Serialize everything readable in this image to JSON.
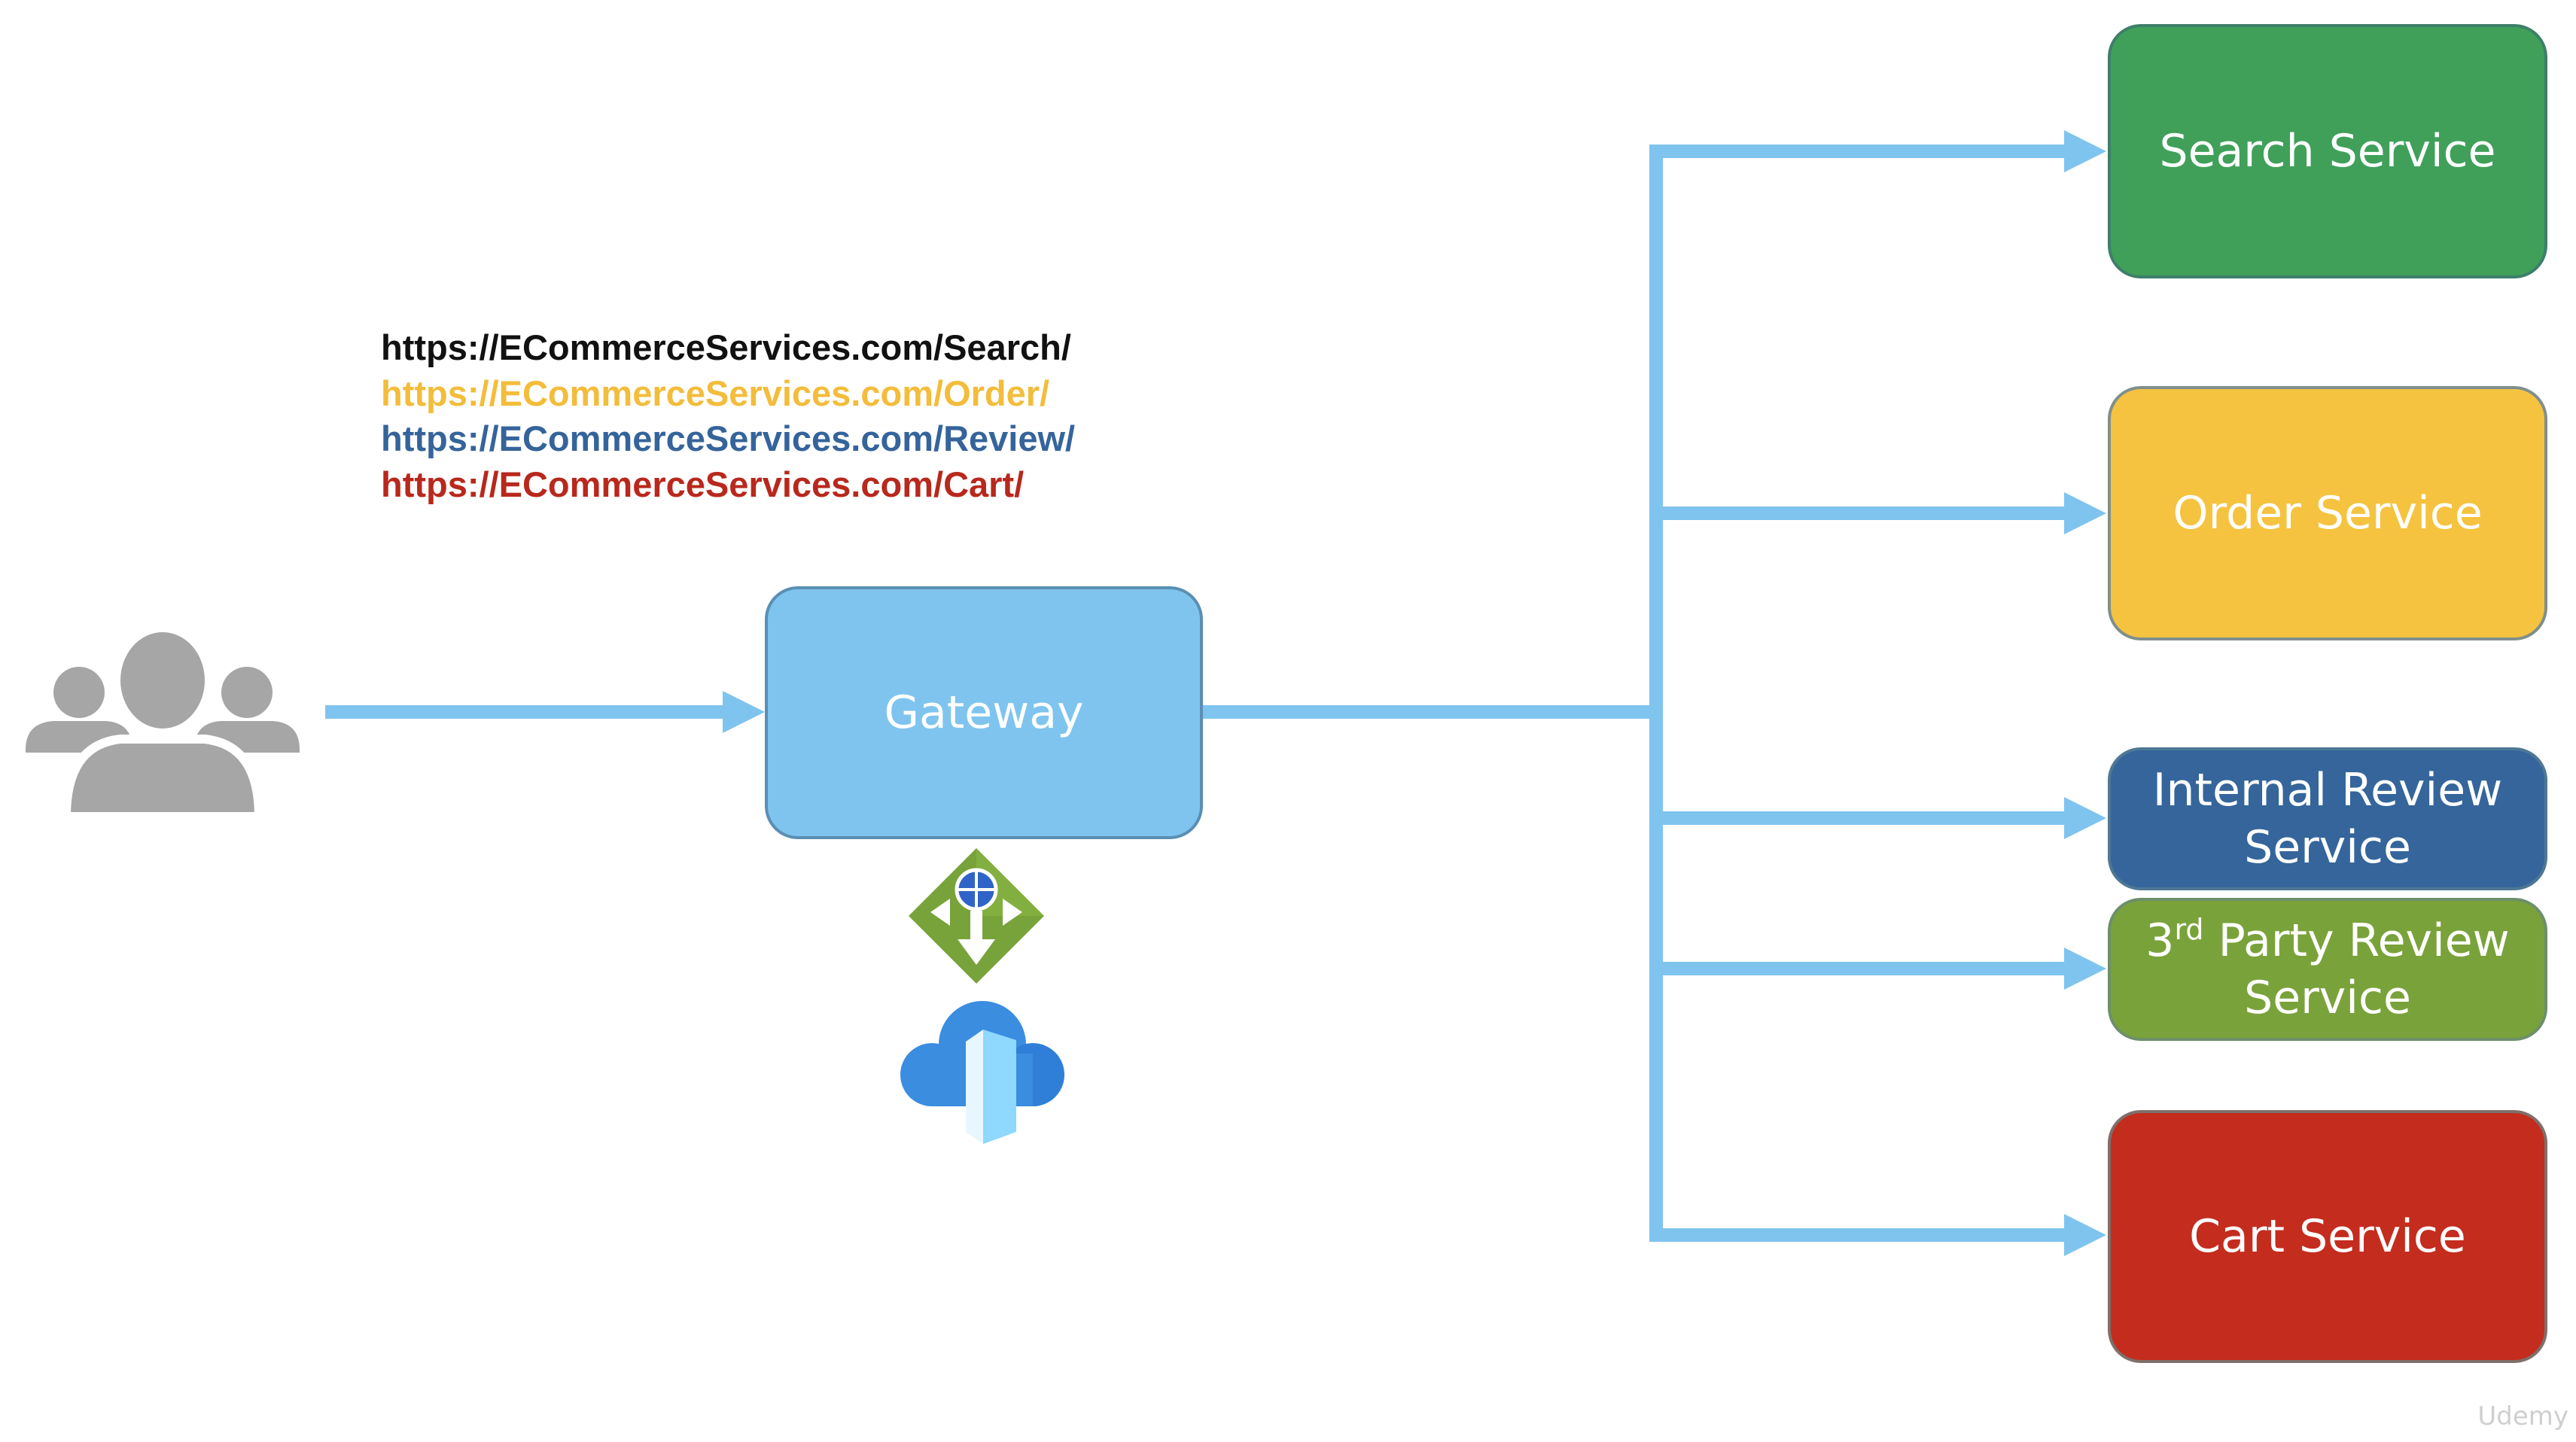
{
  "urls": [
    {
      "text": "https://ECommerceServices.com/Search/",
      "color": "#111111"
    },
    {
      "text": "https://ECommerceServices.com/Order/",
      "color": "#f3bc3a"
    },
    {
      "text": "https://ECommerceServices.com/Review/",
      "color": "#35649b"
    },
    {
      "text": "https://ECommerceServices.com/Cart/",
      "color": "#b8281d"
    }
  ],
  "gateway": {
    "label": "Gateway",
    "color": "#7fc4ee"
  },
  "services": {
    "search": {
      "label": "Search Service",
      "color": "#40a05a"
    },
    "order": {
      "label": "Order Service",
      "color": "#f5c33f"
    },
    "internal_review": {
      "line1": "Internal Review",
      "line2": "Service",
      "color": "#35659b"
    },
    "third_party_review": {
      "prefix": "3",
      "superscript": "rd",
      "rest": " Party Review",
      "line2": "Service",
      "color": "#7aa23b"
    },
    "cart": {
      "label": "Cart Service",
      "color": "#c42c1e"
    }
  },
  "connector_color": "#7fc4ee",
  "icons": [
    "users-icon",
    "app-gateway-icon",
    "cloud-gateway-icon"
  ],
  "watermark": "Udemy"
}
